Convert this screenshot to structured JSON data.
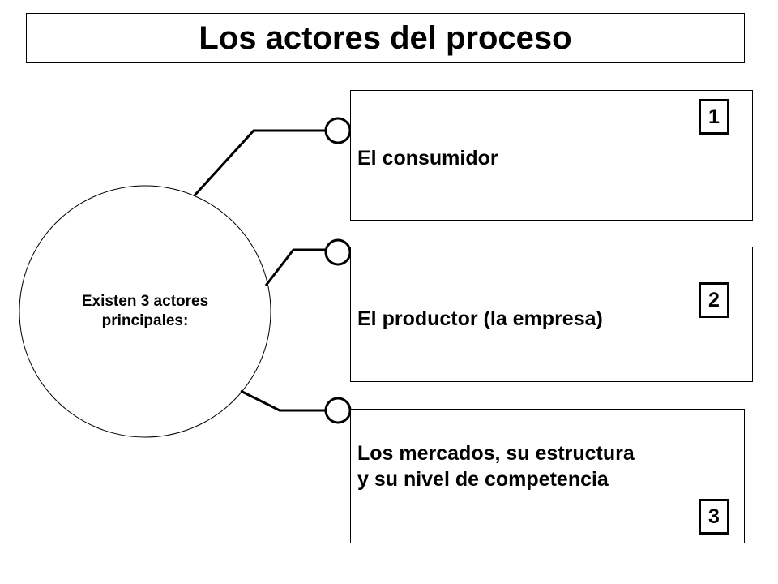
{
  "title": "Los actores del proceso",
  "hub": {
    "text": "Existen 3 actores principales:"
  },
  "actors": [
    {
      "label": "El consumidor",
      "number": "1"
    },
    {
      "label": "El productor (la empresa)",
      "number": "2"
    },
    {
      "label": "Los mercados, su estructura\ny su nivel de competencia",
      "number": "3"
    }
  ]
}
